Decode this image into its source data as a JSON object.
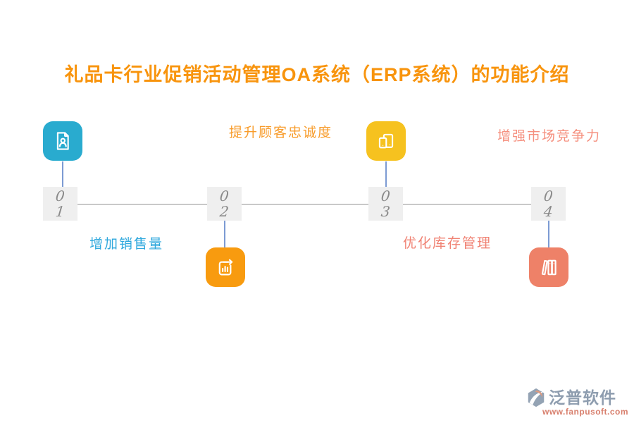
{
  "title": {
    "text": "礼品卡行业促销活动管理OA系统（ERP系统）的功能介绍",
    "color": "#F8940D"
  },
  "timeline": {
    "line_color": "#C9C9C9",
    "connector_color": "#7C9BD3",
    "number_box_color": "#EFEFEF",
    "number_color": "#898989"
  },
  "nodes": [
    {
      "number": "01",
      "number_top": "0",
      "number_bottom": "1",
      "icon": "profile-document-icon",
      "icon_color": "#29ABCF",
      "icon_position": "above",
      "label": "增加销售量",
      "label_color": "#2FA8DD",
      "label_position": "below"
    },
    {
      "number": "02",
      "number_top": "0",
      "number_bottom": "2",
      "icon": "sales-chart-icon",
      "icon_color": "#F89B0F",
      "icon_position": "below",
      "label": "提升顾客忠诚度",
      "label_color": "#F89C2B",
      "label_position": "above"
    },
    {
      "number": "03",
      "number_top": "0",
      "number_bottom": "3",
      "icon": "mobile-devices-icon",
      "icon_color": "#F6C21F",
      "icon_position": "above",
      "label": "优化库存管理",
      "label_color": "#F08273",
      "label_position": "below"
    },
    {
      "number": "04",
      "number_top": "0",
      "number_bottom": "4",
      "icon": "bookshelf-icon",
      "icon_color": "#EE8168",
      "icon_position": "below",
      "label": "增强市场竞争力",
      "label_color": "#F5907F",
      "label_position": "above"
    }
  ],
  "footer": {
    "brand": "泛普软件",
    "brand_color": "#8E9DAF",
    "url": "www.fanpusoft.com",
    "url_color": "#D87F6D",
    "logo_hex_color": "#94A3B4",
    "logo_leaf_color": "#DE9A80"
  }
}
